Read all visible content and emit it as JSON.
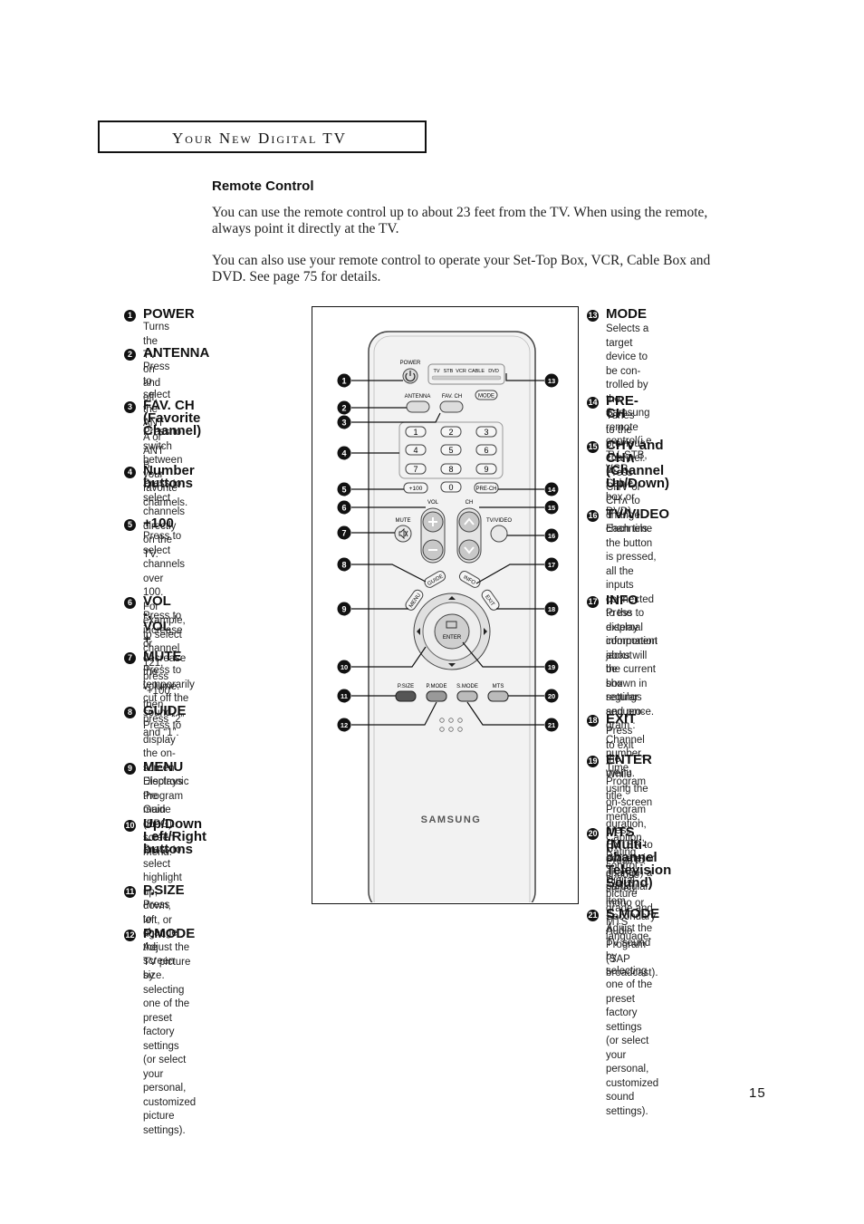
{
  "header": {
    "title": "Your New Digital TV"
  },
  "section_title": "Remote Control",
  "intro": [
    "You can use the remote control up to about 23 feet from the TV. When using the remote, always point it directly at the TV.",
    "You can also use your remote control to operate your Set-Top Box, VCR, Cable Box and DVD. See page 75 for details."
  ],
  "left_items": [
    {
      "num": "1",
      "title": "POWER",
      "desc": "Turns the TV on and off."
    },
    {
      "num": "2",
      "title": "ANTENNA",
      "desc": "Press to select the ANT A or\nANT B."
    },
    {
      "num": "3",
      "title": "FAV. CH (Favorite\nChannel)",
      "desc": "Press to switch between your\nfavorite channels."
    },
    {
      "num": "4",
      "title": "Number buttons",
      "desc": "Press to select channels directly\non the TV."
    },
    {
      "num": "5",
      "title": "+100",
      "desc": "Press to select channels over 100.\nFor example, to select channel\n121, press “+100”, then press “2”\nand “1”."
    },
    {
      "num": "6",
      "title": "VOL -, VOL +",
      "desc": "Press to increase or decrease the\nvolume."
    },
    {
      "num": "7",
      "title": "MUTE",
      "desc": "Press to temporarily cut off the\nsound."
    },
    {
      "num": "8",
      "title": "GUIDE",
      "desc": "Press to display the on-screen\nElectronic Program Guide (EPG)."
    },
    {
      "num": "9",
      "title": "MENU",
      "desc": "Displays the main on-screen\nmenu."
    },
    {
      "num": "10",
      "title": "Up/Down\nLeft/Right buttons",
      "desc": "Press to select highlight up, down,\nleft, or right."
    },
    {
      "num": "11",
      "title": "P.SIZE",
      "desc": "Press to change the screen size."
    },
    {
      "num": "12",
      "title": "P.MODE",
      "desc": "Adjust the TV picture by selecting\none of the preset factory settings\n(or select your personal,\ncustomized picture settings)."
    }
  ],
  "right_items": [
    {
      "num": "13",
      "title": "MODE",
      "desc": "Selects a target device to be con-\ntrolled by the Samsung remote\ncontrol(i.e., TV, STB, VCR, Cable\nbox or DVD)."
    },
    {
      "num": "14",
      "title": "PRE-CH",
      "desc": "Tunes to the previous channel."
    },
    {
      "num": "15",
      "title": "CH∨ and CH∧\n(Channel Up/Down)",
      "desc": "Press CH∨ or CH∧ to change\nchannels."
    },
    {
      "num": "16",
      "title": "TV/VIDEO",
      "desc": "Each time the button is pressed,\nall the inputs connected to the\nexternal component jacks will be\nshown in regular sequence."
    },
    {
      "num": "17",
      "title": "INFO",
      "desc": "Press to display information about\nthe current box settings and pro-\ngram :\nChannel number, Time, Program\ntitle, Program duration, Caption,\nRating control, Digital picture\ngrade and MTS language."
    },
    {
      "num": "18",
      "title": "EXIT",
      "desc": "Press to exit the menu."
    },
    {
      "num": "19",
      "title": "ENTER",
      "desc": "While using the on-screen menus,\npress ENTER to activate(or\nchange) a particular item."
    },
    {
      "num": "20",
      "title": "MTS (Multi-channel\nTelevision Sound)",
      "desc": "Press to choose stereo, mono or\nSecondary Audio Program (SAP\nbroadcast)."
    },
    {
      "num": "21",
      "title": "S.MODE",
      "desc": "Adjust the TV sound by selecting\none of the preset factory settings\n(or select your personal,\ncustomized sound settings)."
    }
  ],
  "remote": {
    "power": "POWER",
    "modes": [
      "TV",
      "STB",
      "VCR",
      "CABLE",
      "DVD"
    ],
    "antenna": "ANTENNA",
    "fav_ch": "FAV. CH",
    "mode": "MODE",
    "digits": [
      "1",
      "2",
      "3",
      "4",
      "5",
      "6",
      "7",
      "8",
      "9",
      "0"
    ],
    "plus100": "+100",
    "pre_ch": "PRE-CH",
    "vol": "VOL",
    "ch": "CH",
    "mute": "MUTE",
    "tv_video": "TV/VIDEO",
    "guide": "GUIDE",
    "info": "INFO",
    "menu": "MENU",
    "exit": "EXIT",
    "enter": "ENTER",
    "psize": "P.SIZE",
    "pmode": "P.MODE",
    "smode": "S.MODE",
    "mts": "MTS",
    "brand": "SAMSUNG"
  },
  "page_number": "15"
}
